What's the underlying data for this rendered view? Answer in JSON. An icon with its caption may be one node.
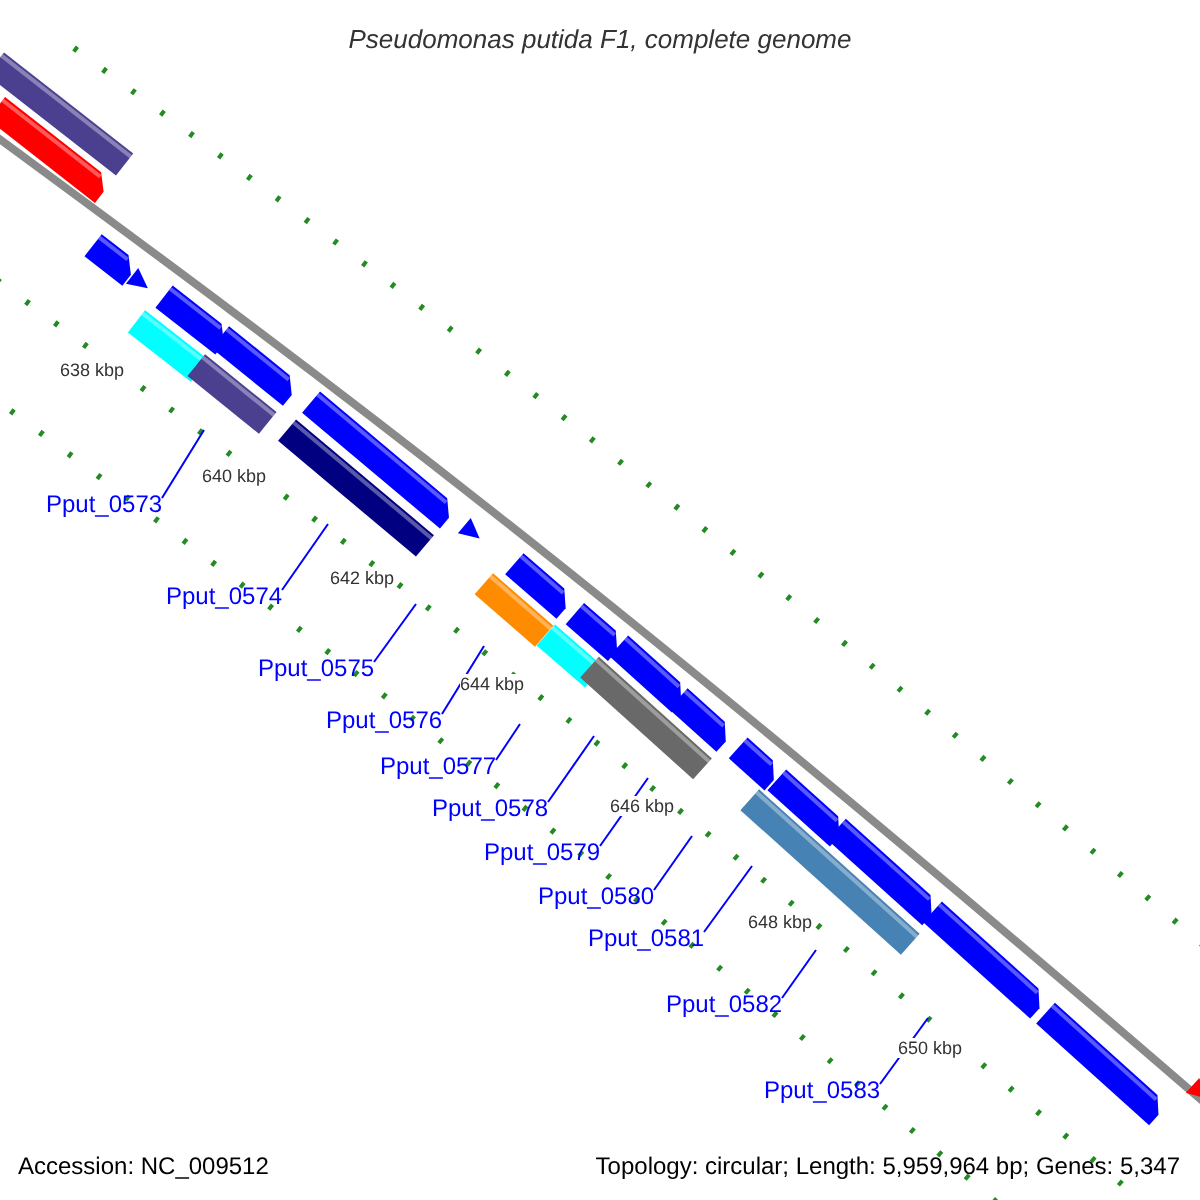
{
  "diagram": {
    "title": "Pseudomonas putida F1, complete genome",
    "nodes": [
      {
        "text": [
          "Pput_0573"
        ]
      },
      {
        "text": [
          "Pput_0574"
        ]
      },
      {
        "text": [
          "Pput_0575"
        ]
      },
      {
        "text": [
          "Pput_0576"
        ]
      },
      {
        "text": [
          "Pput_0577"
        ]
      },
      {
        "text": [
          "Pput_0578"
        ]
      },
      {
        "text": [
          "Pput_0579"
        ]
      },
      {
        "text": [
          "Pput_0580"
        ]
      },
      {
        "text": [
          "Pput_0581"
        ]
      },
      {
        "text": [
          "Pput_0582"
        ]
      },
      {
        "text": [
          "Pput_0583"
        ]
      }
    ],
    "edges": [
      {
        "from": 0,
        "to": null,
        "arrow": "none"
      },
      {
        "from": 1,
        "to": null,
        "arrow": "none"
      },
      {
        "from": 2,
        "to": null,
        "arrow": "none"
      },
      {
        "from": 3,
        "to": null,
        "arrow": "none"
      },
      {
        "from": 4,
        "to": null,
        "arrow": "none"
      },
      {
        "from": 5,
        "to": null,
        "arrow": "none"
      },
      {
        "from": 6,
        "to": null,
        "arrow": "none"
      },
      {
        "from": 7,
        "to": null,
        "arrow": "none"
      },
      {
        "from": 8,
        "to": null,
        "arrow": "none"
      },
      {
        "from": 9,
        "to": null,
        "arrow": "none"
      },
      {
        "from": 10,
        "to": null,
        "arrow": "none"
      }
    ],
    "labels": [
      "638 kbp",
      "640 kbp",
      "642 kbp",
      "644 kbp",
      "646 kbp",
      "648 kbp",
      "650 kbp",
      "Accession: NC_009512",
      "Topology: circular; Length: 5,959,964 bp; Genes: 5,347"
    ]
  }
}
